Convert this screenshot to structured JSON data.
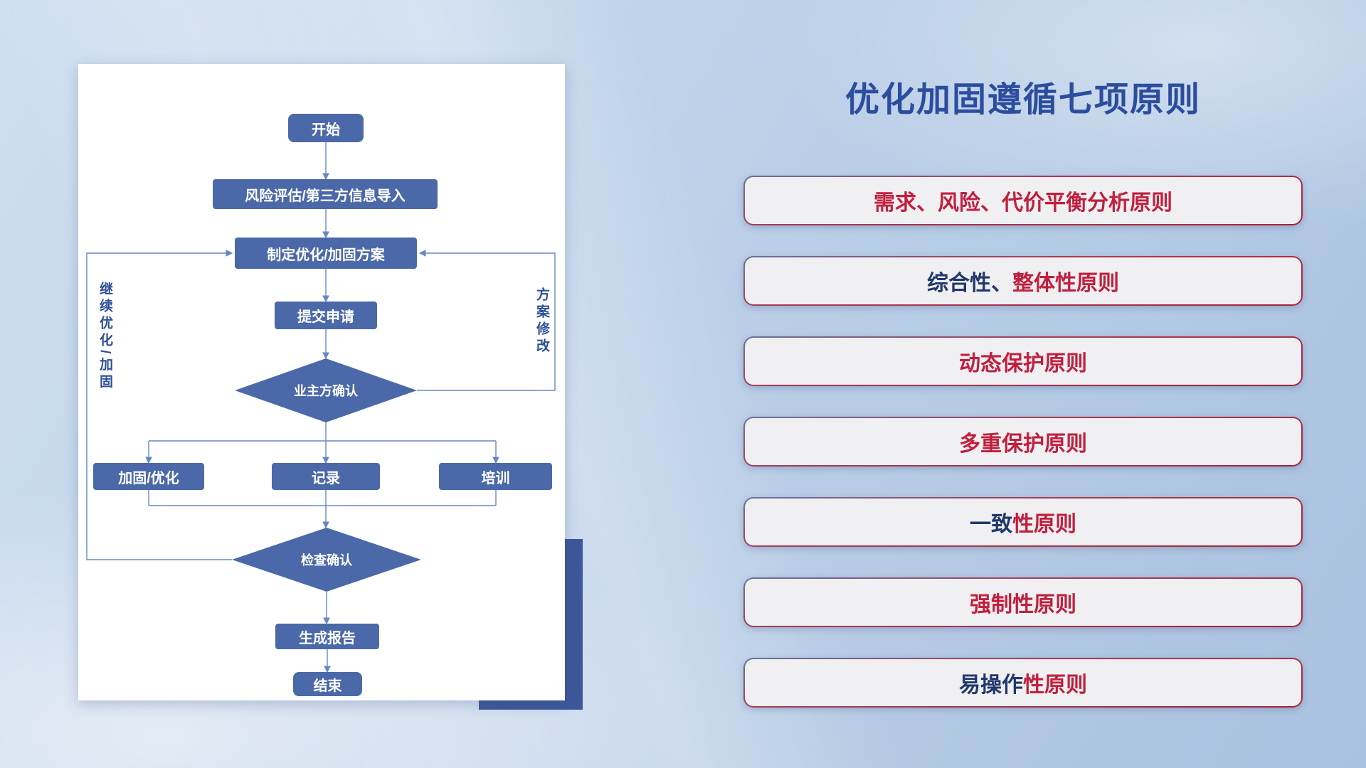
{
  "slide": {
    "title": "优化加固遵循七项原则"
  },
  "principles": [
    {
      "navy": "",
      "red": "需求、风险、代价平衡分析原则"
    },
    {
      "navy": "综合性、",
      "red": "整体性原则"
    },
    {
      "navy": "",
      "red": "动态保护原则"
    },
    {
      "navy": "",
      "red": "多重保护原则"
    },
    {
      "navy": "一致",
      "red": "性原则"
    },
    {
      "navy": "",
      "red": "强制性原则"
    },
    {
      "navy": "易操作",
      "red": "性原则"
    }
  ],
  "flowchart": {
    "nodes": {
      "start": "开始",
      "risk_assessment": "风险评估/第三方信息导入",
      "make_plan": "制定优化/加固方案",
      "submit_request": "提交申请",
      "owner_confirm": "业主方确认",
      "reinforce_optimize": "加固/优化",
      "record": "记录",
      "training": "培训",
      "check_confirm": "检查确认",
      "generate_report": "生成报告",
      "end": "结束"
    },
    "loop_labels": {
      "continue_optimize": "继续优化/加固",
      "plan_revision": "方案修改"
    }
  },
  "colors": {
    "title": "#2c4d9e",
    "node_fill": "#4b69a8",
    "node_text": "#ffffff",
    "connector": "#6688c2",
    "principle_red": "#c11f3e",
    "principle_navy": "#20386b",
    "principle_background": "#f0eff1",
    "card_shadow_block": "#3d5899",
    "background": "#bbcfe8"
  }
}
